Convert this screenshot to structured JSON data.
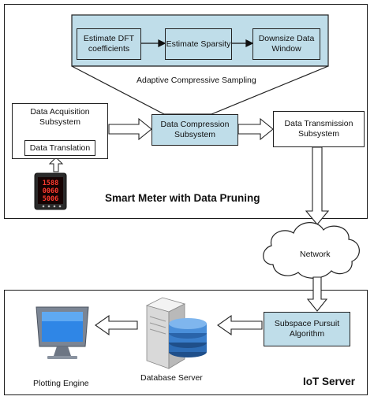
{
  "smart_meter_frame": {
    "title": "Smart Meter with Data Pruning"
  },
  "acs": {
    "label": "Adaptive Compressive Sampling",
    "steps": [
      "Estimate DFT coefficients",
      "Estimate Sparsity",
      "Downsize Data Window"
    ]
  },
  "acquisition": {
    "label": "Data Acquisition Subsystem",
    "translation": "Data Translation"
  },
  "meter_display": [
    "1588",
    "0060",
    "5006"
  ],
  "compression": {
    "label": "Data Compression Subsystem"
  },
  "transmission": {
    "label": "Data Transmission Subsystem"
  },
  "network": {
    "label": "Network"
  },
  "iot_frame": {
    "title": "IoT Server"
  },
  "subspace": {
    "label": "Subspace Pursuit Algorithm"
  },
  "database": {
    "label": "Database Server"
  },
  "plotting": {
    "label": "Plotting Engine"
  },
  "colors": {
    "accent_fill": "#bfdde9",
    "screen_blue": "#2f86e6",
    "monitor_gray": "#7b8594"
  }
}
